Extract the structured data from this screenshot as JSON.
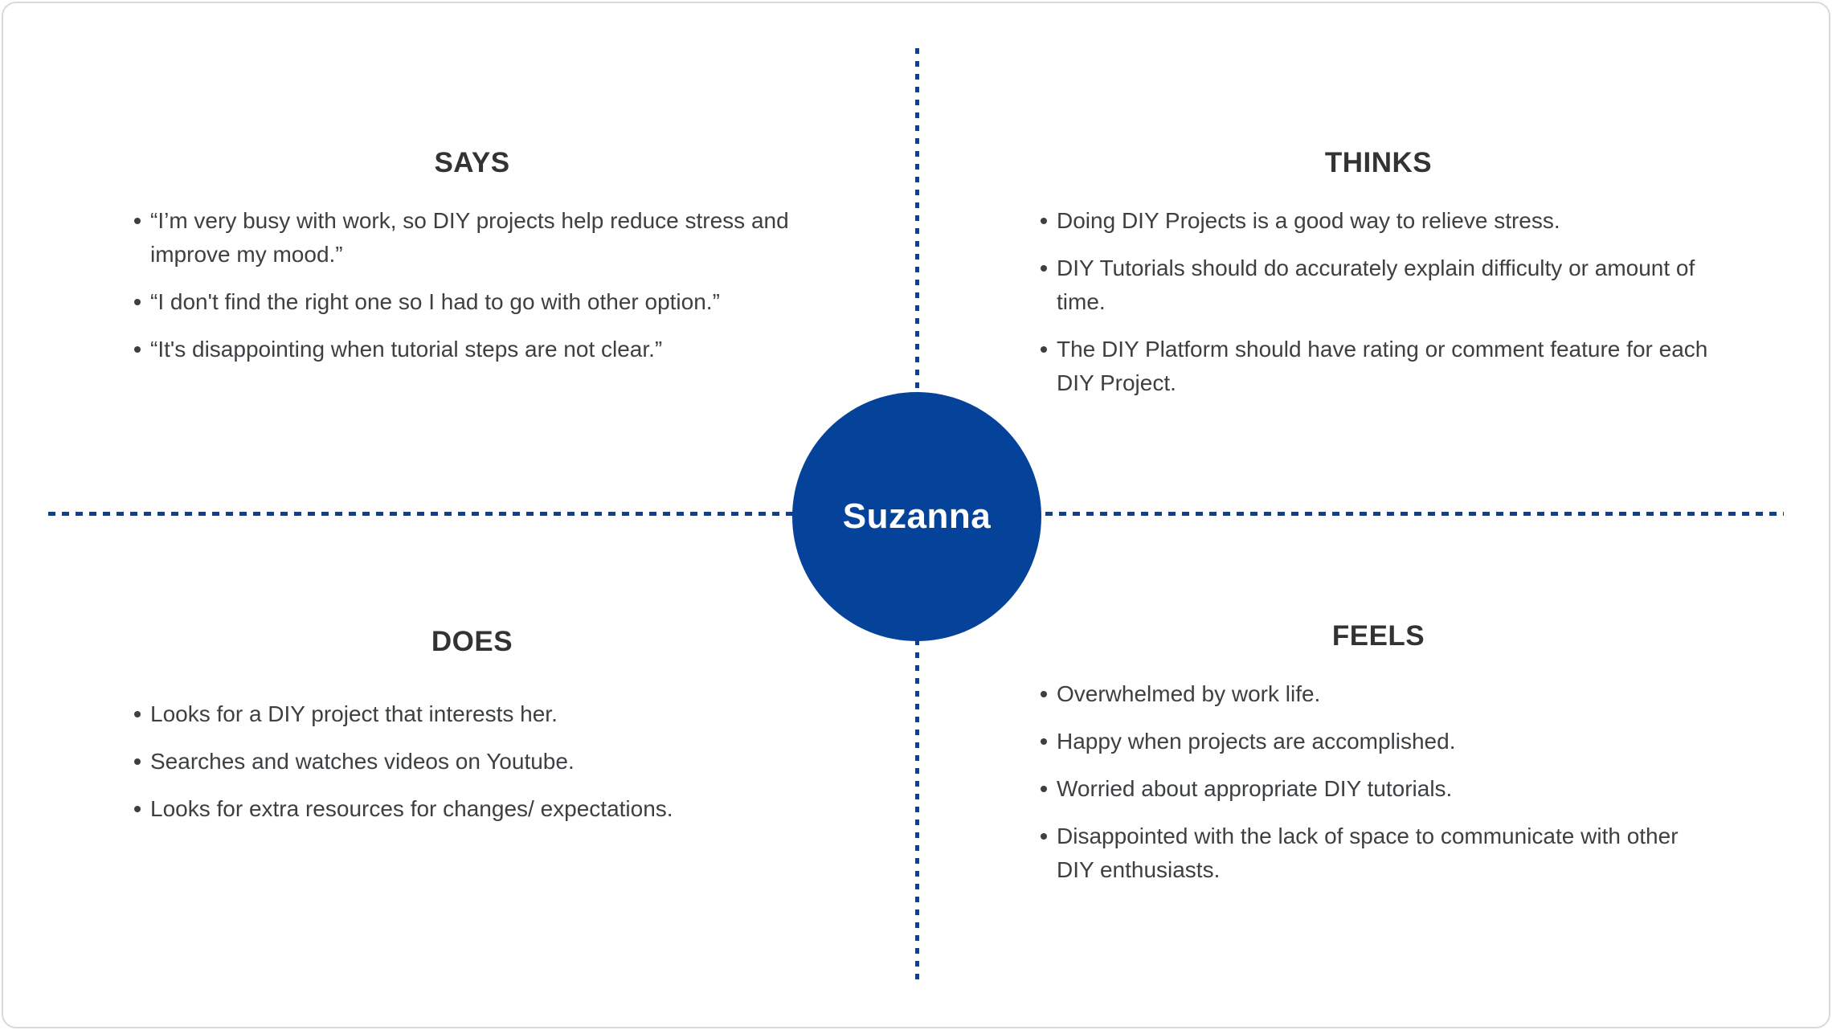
{
  "persona": {
    "name": "Suzanna"
  },
  "colors": {
    "line_blue": "#0d3f94",
    "circle_blue": "#05439b",
    "heading_color": "#333333",
    "body_color": "#3d4043",
    "card_border": "#d9d9d9",
    "card_bg": "#ffffff"
  },
  "quadrants": {
    "says": {
      "title": "SAYS",
      "items": [
        "“I’m very busy with work, so DIY projects help reduce stress and improve my mood.”",
        "“I don't find the right one so I had to go with other option.”",
        "“It's disappointing when tutorial steps are not clear.”"
      ]
    },
    "thinks": {
      "title": "THINKS",
      "items": [
        "Doing DIY Projects is a good way to relieve stress.",
        "DIY Tutorials should do accurately explain difficulty or amount of time.",
        "The DIY Platform should have rating or comment feature for each DIY Project."
      ]
    },
    "does": {
      "title": "DOES",
      "items": [
        "Looks for a DIY project that interests her.",
        "Searches and watches videos on Youtube.",
        "Looks for extra resources for changes/ expectations."
      ]
    },
    "feels": {
      "title": "FEELS",
      "items": [
        "Overwhelmed by work life.",
        "Happy when projects are accomplished.",
        "Worried about appropriate DIY tutorials.",
        "Disappointed with the lack of space to communicate with other DIY enthusiasts."
      ]
    }
  }
}
